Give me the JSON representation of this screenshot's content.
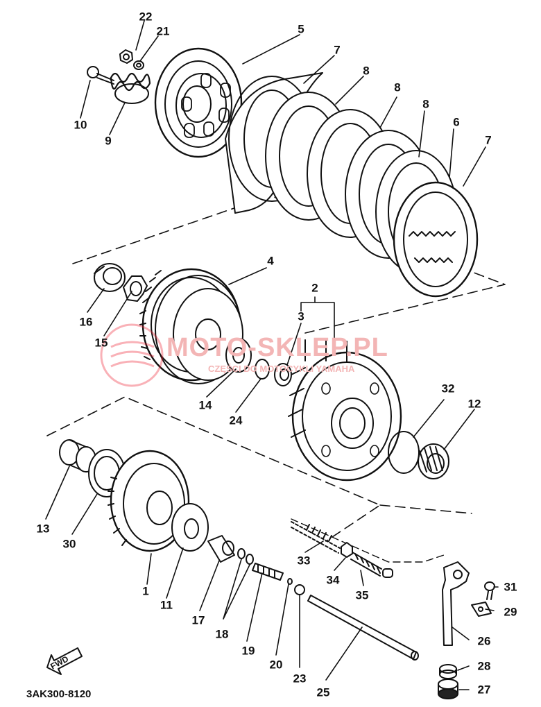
{
  "diagram": {
    "part_numbers": [
      "1",
      "2",
      "3",
      "4",
      "5",
      "6",
      "7",
      "7b",
      "8",
      "8b",
      "8c",
      "9",
      "10",
      "11",
      "12",
      "13",
      "14",
      "15",
      "16",
      "17",
      "18",
      "19",
      "20",
      "21",
      "22",
      "23",
      "24",
      "25",
      "26",
      "27",
      "28",
      "29",
      "30",
      "31",
      "32",
      "33",
      "34",
      "35"
    ],
    "labels": {
      "1": "1",
      "2": "2",
      "3": "3",
      "4": "4",
      "5": "5",
      "6": "6",
      "7": "7",
      "7b": "7",
      "8": "8",
      "8b": "8",
      "8c": "8",
      "9": "9",
      "10": "10",
      "11": "11",
      "12": "12",
      "13": "13",
      "14": "14",
      "15": "15",
      "16": "16",
      "17": "17",
      "18": "18",
      "19": "19",
      "20": "20",
      "21": "21",
      "22": "22",
      "23": "23",
      "24": "24",
      "25": "25",
      "26": "26",
      "27": "27",
      "28": "28",
      "29": "29",
      "30": "30",
      "31": "31",
      "32": "32",
      "33": "33",
      "34": "34",
      "35": "35"
    },
    "diagram_code": "3AK300-8120",
    "fwd_label": "FWD",
    "watermark": {
      "text": "MOTO-SKLEP.PL",
      "subtext": "CZĘŚCI DO MOTOCYKLI YAMAHA"
    }
  }
}
